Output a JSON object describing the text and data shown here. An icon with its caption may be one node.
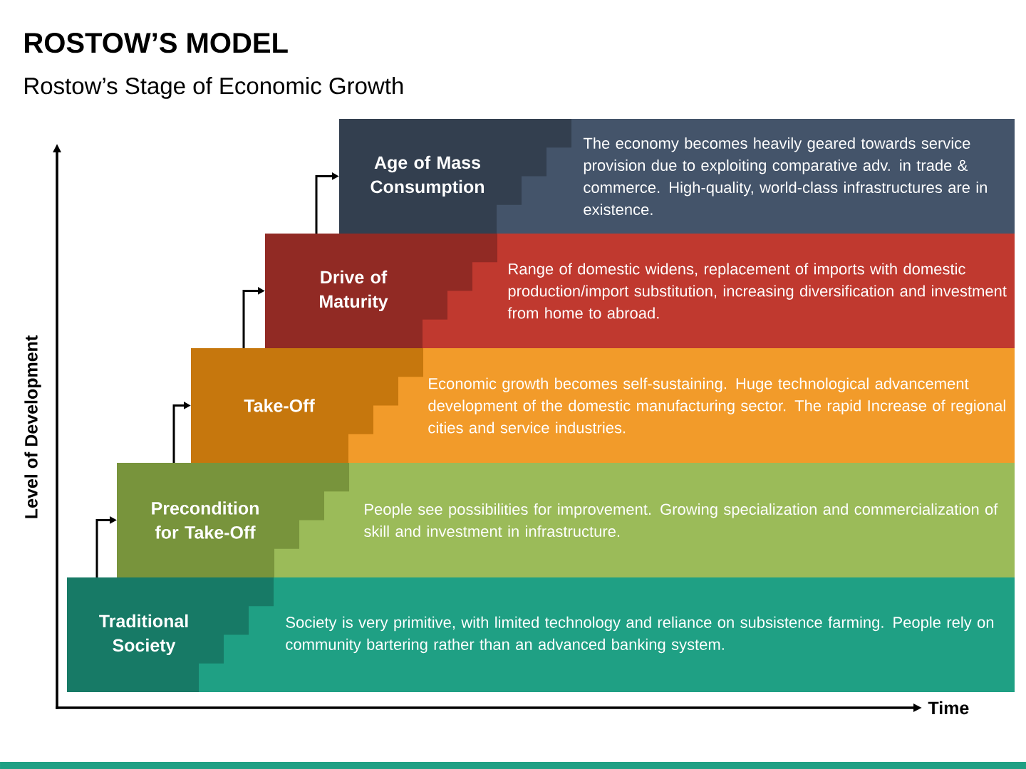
{
  "diagram": {
    "title": "ROSTOW’S MODEL",
    "nodes": [
      {
        "text": [
          "Traditional Society",
          "Society is very primitive, with limited technology and reliance on subsistence farming. People rely on community bartering rather than an advanced banking system."
        ]
      },
      {
        "text": [
          "Precondition for Take-Off",
          "People see possibilities for improvement. Growing specialization and commercialization of skill and investment in infrastructure."
        ]
      },
      {
        "text": [
          "Take-Off",
          "Economic growth becomes self-sustaining. Huge technological advancement development of the domestic manufacturing sector. The rapid Increase of regional cities and service industries."
        ]
      },
      {
        "text": [
          "Drive of Maturity",
          "Range of domestic widens, replacement of imports with domestic production/import substitution, increasing diversification and investment from home to abroad."
        ]
      },
      {
        "text": [
          "Age of Mass Consumption",
          "The economy becomes heavily geared towards service provision due to exploiting comparative adv. in trade & commerce. High-quality, world-class infrastructures are in existence."
        ]
      }
    ],
    "edges": [
      {
        "from": 0,
        "to": 1,
        "arrow": "to"
      },
      {
        "from": 1,
        "to": 2,
        "arrow": "to"
      },
      {
        "from": 2,
        "to": 3,
        "arrow": "to"
      },
      {
        "from": 3,
        "to": 4,
        "arrow": "to"
      }
    ],
    "labels": [
      "Rostow’s Stage of Economic Growth",
      "Level of Development",
      "Time"
    ]
  }
}
